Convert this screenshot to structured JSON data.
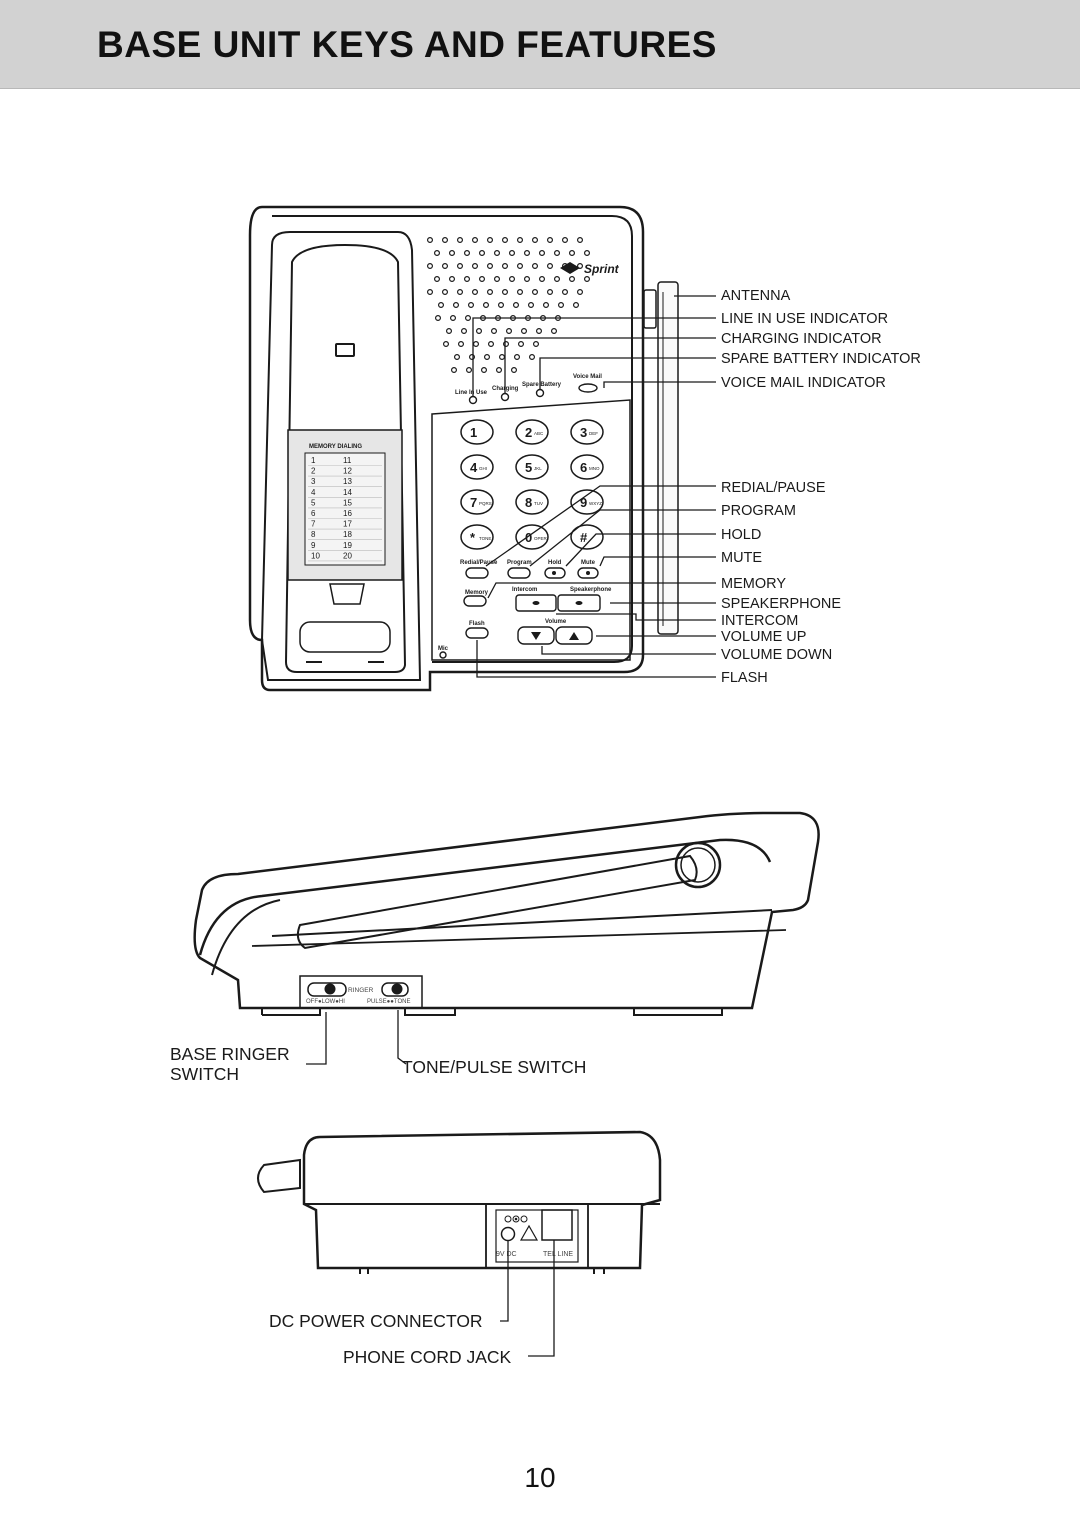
{
  "page": {
    "title": "BASE UNIT KEYS AND FEATURES",
    "page_number": "10"
  },
  "top_view": {
    "brand": "Sprint",
    "memory_card": {
      "title": "MEMORY DIALING",
      "rows": [
        [
          "1",
          "11"
        ],
        [
          "2",
          "12"
        ],
        [
          "3",
          "13"
        ],
        [
          "4",
          "14"
        ],
        [
          "5",
          "15"
        ],
        [
          "6",
          "16"
        ],
        [
          "7",
          "17"
        ],
        [
          "8",
          "18"
        ],
        [
          "9",
          "19"
        ],
        [
          "10",
          "20"
        ]
      ]
    },
    "indicator_labels": {
      "line_in_use": "Line In Use",
      "charging": "Charging",
      "spare_battery": "Spare Battery",
      "voice_mail": "Voice Mail"
    },
    "keypad": [
      {
        "digit": "1",
        "letters": ""
      },
      {
        "digit": "2",
        "letters": "ABC"
      },
      {
        "digit": "3",
        "letters": "DEF"
      },
      {
        "digit": "4",
        "letters": "GHI"
      },
      {
        "digit": "5",
        "letters": "JKL"
      },
      {
        "digit": "6",
        "letters": "MNO"
      },
      {
        "digit": "7",
        "letters": "PQRS"
      },
      {
        "digit": "8",
        "letters": "TUV"
      },
      {
        "digit": "9",
        "letters": "WXYZ"
      },
      {
        "digit": "*",
        "letters": "TONE"
      },
      {
        "digit": "0",
        "letters": "OPER"
      },
      {
        "digit": "#",
        "letters": ""
      }
    ],
    "function_keys": {
      "redial_pause": "Redial/Pause",
      "program": "Program",
      "hold": "Hold",
      "mute": "Mute",
      "memory": "Memory",
      "intercom": "Intercom",
      "speakerphone": "Speakerphone",
      "flash": "Flash",
      "volume": "Volume",
      "mic": "Mic"
    },
    "callouts": [
      "ANTENNA",
      "LINE IN USE INDICATOR",
      "CHARGING INDICATOR",
      "SPARE BATTERY INDICATOR",
      "VOICE MAIL INDICATOR",
      "REDIAL/PAUSE",
      "PROGRAM",
      "HOLD",
      "MUTE",
      "MEMORY",
      "SPEAKERPHONE",
      "INTERCOM",
      "VOLUME UP",
      "VOLUME DOWN",
      "FLASH"
    ]
  },
  "side_view": {
    "switch_labels": {
      "ringer": "RINGER",
      "off_low_hi": "OFF●LOW●HI",
      "pulse_tone": "PULSE●●TONE"
    },
    "callouts": {
      "base_ringer_line1": "BASE RINGER",
      "base_ringer_line2": "SWITCH",
      "tone_pulse": "TONE/PULSE SWITCH"
    }
  },
  "rear_view": {
    "jack_labels": {
      "dc": "9V DC",
      "tel_line": "TEL LINE"
    },
    "callouts": {
      "dc_power": "DC POWER CONNECTOR",
      "phone_cord": "PHONE CORD JACK"
    }
  }
}
